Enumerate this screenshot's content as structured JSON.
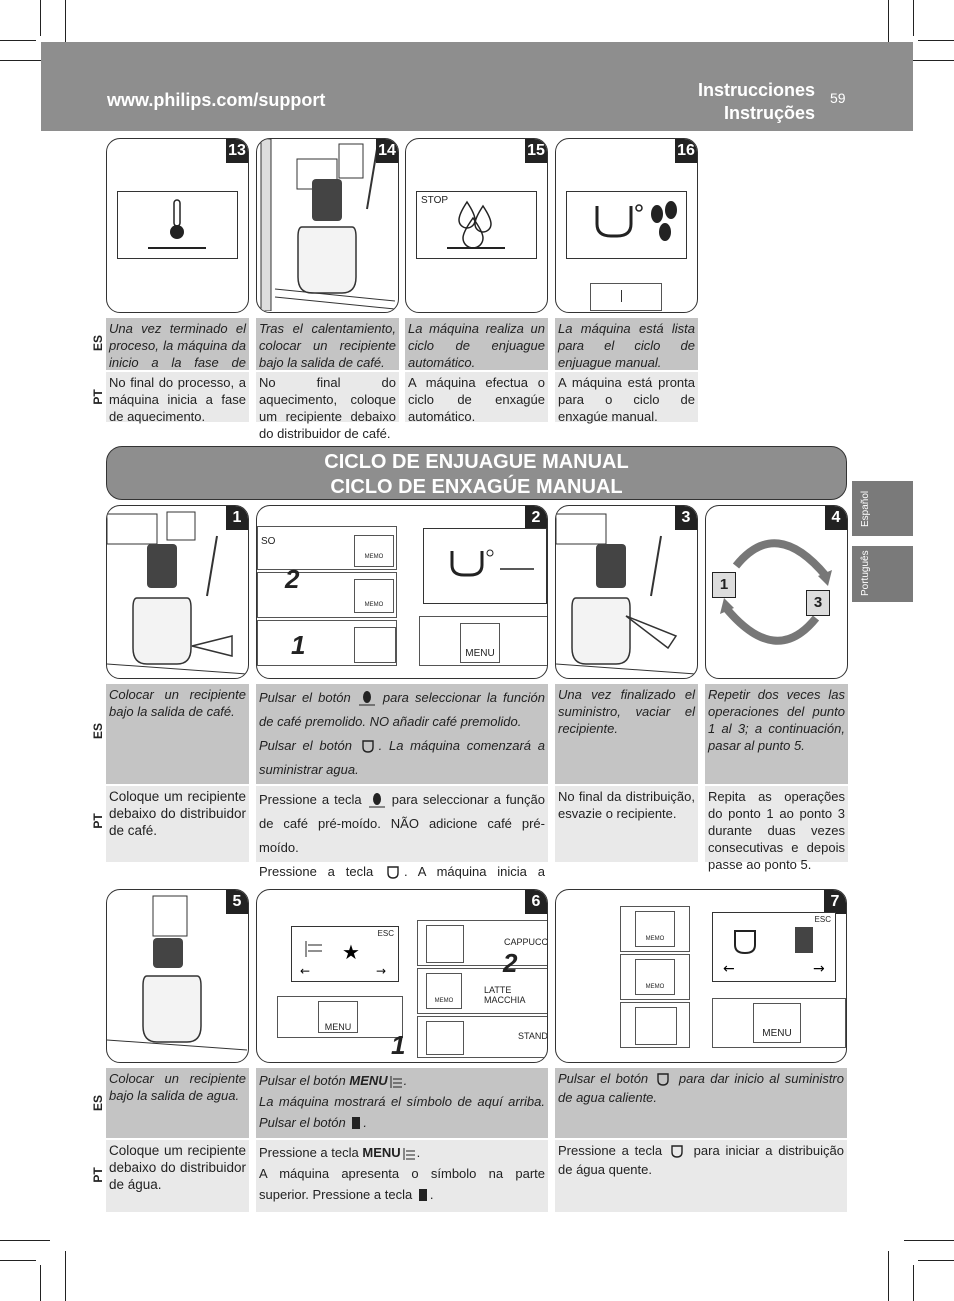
{
  "header": {
    "url": "www.philips.com/support",
    "title_es": "Instrucciones",
    "title_pt": "Instruções",
    "page_number": "59"
  },
  "side_tabs": {
    "es": "Español",
    "pt": "Português"
  },
  "labels": {
    "es": "ES",
    "pt": "PT"
  },
  "banner": {
    "line1": "CICLO DE ENJUAGUE MANUAL",
    "line2": "CICLO DE ENXAGÚE MANUAL"
  },
  "steps_top": [
    {
      "num": "13",
      "es": "Una vez terminado el proceso, la máquina da inicio a la fase de calentamiento.",
      "pt": "No final do processo, a máquina inicia a fase de aquecimento."
    },
    {
      "num": "14",
      "es": "Tras el calentamiento, colocar un recipiente bajo la salida de café.",
      "pt": "No final do aquecimento, coloque um recipiente debaixo do distribuidor de café."
    },
    {
      "num": "15",
      "es": "La máquina realiza un ciclo de enjuague automático.",
      "pt": "A máquina efectua o ciclo de enxagúe automático.",
      "screen_text": "STOP"
    },
    {
      "num": "16",
      "es": "La máquina está lista para el ciclo de enjuague manual.",
      "pt": "A máquina está pronta para o ciclo de enxagúe manual."
    }
  ],
  "steps_mid": [
    {
      "num": "1",
      "es": "Colocar un recipiente bajo la salida de café.",
      "pt": "Coloque um recipiente debaixo do distribuidor de café."
    },
    {
      "num": "2",
      "es_a": "Pulsar el botón",
      "es_b": "para seleccionar la función de café premolido. NO añadir café premolido.",
      "es_c": "Pulsar el botón",
      "es_d": ". La máquina comenzará a suministrar agua.",
      "pt_a": "Pressione a tecla",
      "pt_b": "para seleccionar a função de café pré-moído. NÃO adicione café pré-moído.",
      "pt_c": "Pressione a tecla",
      "pt_d": ". A máquina inicia a distribuir água.",
      "menu": "MENU",
      "memo": "MEMO",
      "mark1": "1",
      "mark2": "2",
      "partial_so": "SO"
    },
    {
      "num": "3",
      "es": "Una vez finalizado el suministro, vaciar el recipiente.",
      "pt": "No final da distribuição, esvazie o recipiente."
    },
    {
      "num": "4",
      "es": "Repetir dos veces las operaciones del punto 1 al 3; a continuación, pasar al punto 5.",
      "pt": "Repita as operações do ponto 1 ao ponto 3 durante duas vezes consecutivas e depois passe ao ponto 5.",
      "box1": "1",
      "box3": "3"
    }
  ],
  "steps_bot": [
    {
      "num": "5",
      "es": "Colocar un recipiente bajo la salida de agua.",
      "pt": "Coloque um recipiente debaixo do distribuidor de água."
    },
    {
      "num": "6",
      "es_a": "Pulsar el botón",
      "es_menu": "MENU",
      "es_b": ".",
      "es_c": "La máquina mostrará el símbolo de aquí arriba. Pulsar el botón",
      "es_d": ".",
      "pt_a": "Pressione a tecla",
      "pt_menu": "MENU",
      "pt_b": ".",
      "pt_c": "A máquina apresenta o símbolo na parte superior. Pressione a tecla",
      "pt_d": ".",
      "esc": "ESC",
      "cappuccino": "CAPPUCCI",
      "latte": "LATTE MACCHIA",
      "stand": "STAND",
      "menu": "MENU",
      "memo": "MEMO",
      "mark1": "1",
      "mark2": "2"
    },
    {
      "num": "7",
      "es_a": "Pulsar el botón",
      "es_b": "para dar inicio al suministro de agua caliente.",
      "pt_a": "Pressione a tecla",
      "pt_b": "para iniciar a distribuição de água quente.",
      "esc": "ESC",
      "menu": "MENU",
      "memo": "MEMO"
    }
  ]
}
